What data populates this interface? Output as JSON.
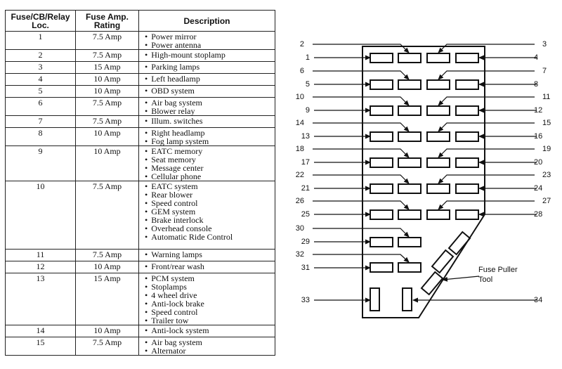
{
  "table": {
    "headers": {
      "loc": [
        "Fuse/CB/Relay",
        "Loc."
      ],
      "amp": [
        "Fuse Amp.",
        "Rating"
      ],
      "desc": "Description"
    },
    "rows": [
      {
        "loc": "1",
        "amp": "7.5 Amp",
        "desc": [
          "Power mirror",
          "Power antenna"
        ]
      },
      {
        "loc": "2",
        "amp": "7.5 Amp",
        "desc": [
          "High-mount stoplamp"
        ]
      },
      {
        "loc": "3",
        "amp": "15 Amp",
        "desc": [
          "Parking lamps"
        ]
      },
      {
        "loc": "4",
        "amp": "10 Amp",
        "desc": [
          "Left headlamp"
        ]
      },
      {
        "loc": "5",
        "amp": "10 Amp",
        "desc": [
          "OBD system"
        ]
      },
      {
        "loc": "6",
        "amp": "7.5 Amp",
        "desc": [
          "Air bag system",
          "Blower relay"
        ]
      },
      {
        "loc": "7",
        "amp": "7.5 Amp",
        "desc": [
          "Illum. switches"
        ]
      },
      {
        "loc": "8",
        "amp": "10 Amp",
        "desc": [
          "Right headlamp",
          "Fog lamp system"
        ]
      },
      {
        "loc": "9",
        "amp": "10 Amp",
        "desc": [
          "EATC memory",
          "Seat memory",
          "Message center",
          "Cellular phone"
        ]
      },
      {
        "loc": "10",
        "amp": "7.5 Amp",
        "desc": [
          "EATC system",
          "Rear blower",
          "Speed control",
          "GEM system",
          "Brake interlock",
          "Overhead console",
          "Automatic Ride Control"
        ]
      },
      {
        "loc": "11",
        "amp": "7.5 Amp",
        "desc": [
          "Warning lamps"
        ]
      },
      {
        "loc": "12",
        "amp": "10 Amp",
        "desc": [
          "Front/rear wash"
        ]
      },
      {
        "loc": "13",
        "amp": "15 Amp",
        "desc": [
          "PCM system",
          "Stoplamps",
          "4 wheel drive",
          "Anti-lock brake",
          "Speed control",
          "Trailer tow"
        ]
      },
      {
        "loc": "14",
        "amp": "10 Amp",
        "desc": [
          "Anti-lock system"
        ]
      },
      {
        "loc": "15",
        "amp": "7.5 Amp",
        "desc": [
          "Air bag system",
          "Alternator"
        ]
      }
    ]
  },
  "diagram": {
    "fuse_labels": [
      "1",
      "2",
      "3",
      "4",
      "5",
      "6",
      "7",
      "8",
      "9",
      "10",
      "11",
      "12",
      "13",
      "14",
      "15",
      "16",
      "17",
      "18",
      "19",
      "20",
      "21",
      "22",
      "23",
      "24",
      "25",
      "26",
      "27",
      "28",
      "29",
      "30",
      "31",
      "32",
      "33",
      "34"
    ],
    "puller_label": [
      "Fuse Puller",
      "Tool"
    ]
  }
}
